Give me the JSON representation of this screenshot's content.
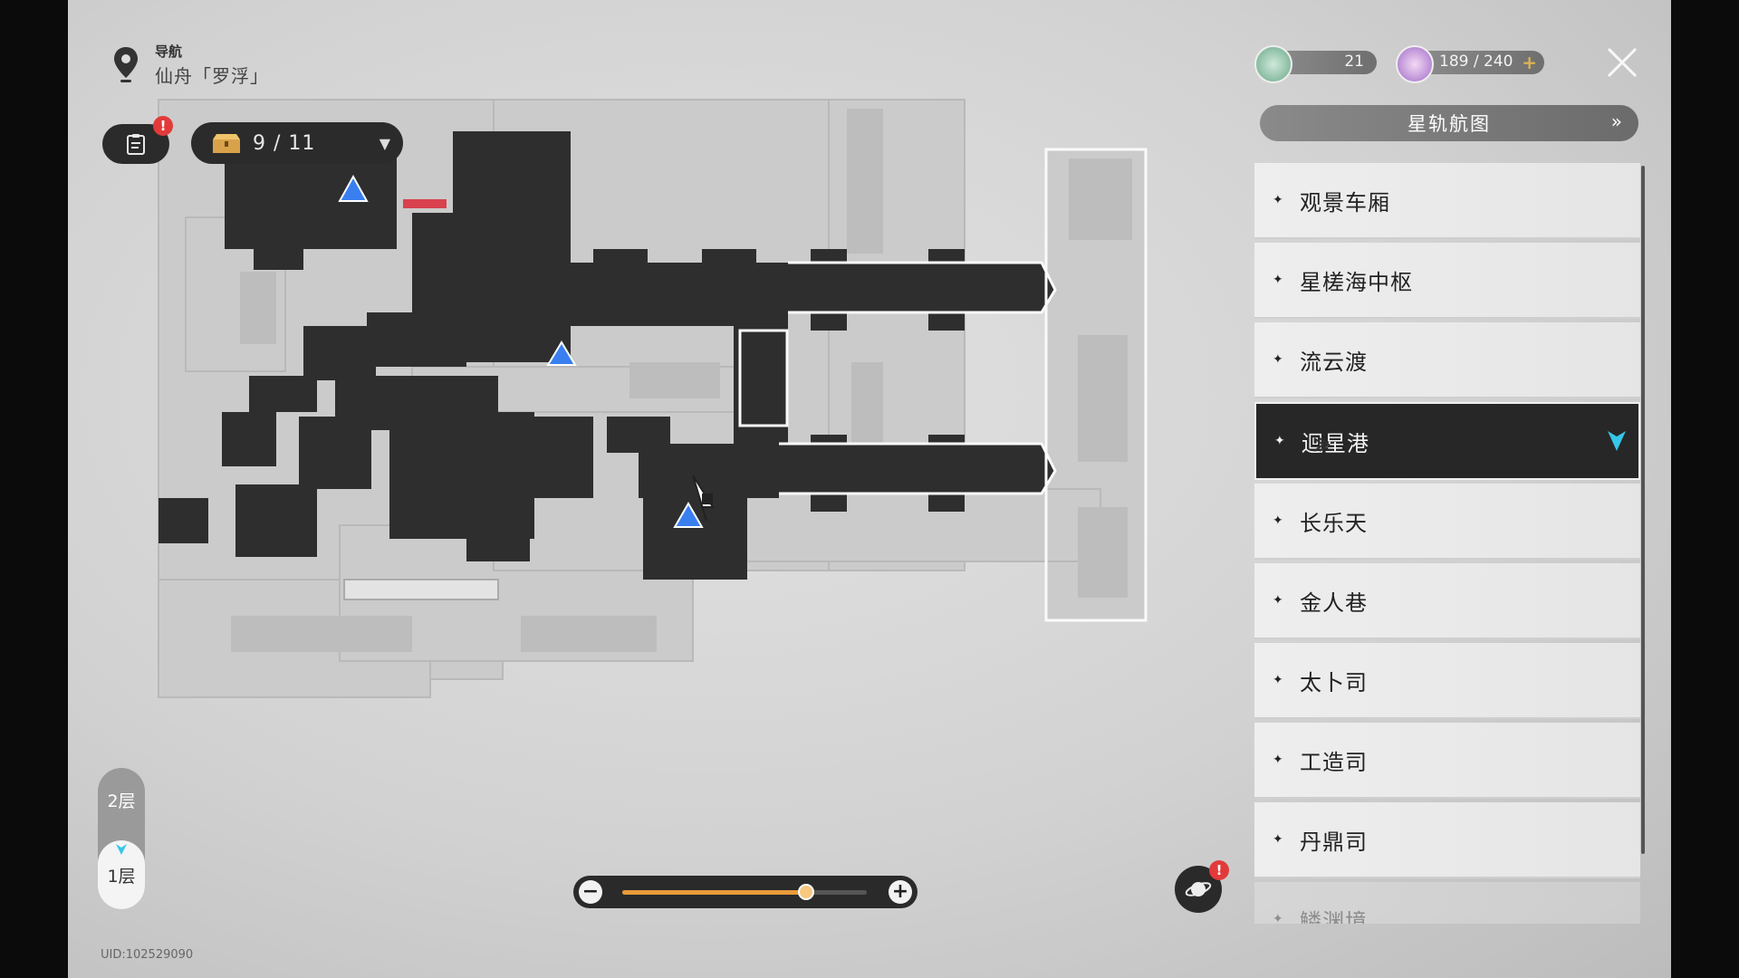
{
  "header": {
    "nav_label": "导航",
    "place": "仙舟「罗浮」",
    "pin_icon": "location-pin-icon"
  },
  "quest": {
    "badge": "!"
  },
  "treasure": {
    "count": "9 / 11",
    "caret": "▼"
  },
  "resources": {
    "fuel": {
      "value": "21"
    },
    "stamina": {
      "value": "189 / 240",
      "plus": "+"
    }
  },
  "star_map": {
    "label": "星轨航图",
    "chevron": "»"
  },
  "locations": [
    {
      "label": "观景车厢"
    },
    {
      "label": "星槎海中枢"
    },
    {
      "label": "流云渡"
    },
    {
      "label": "迴星港",
      "active": true
    },
    {
      "label": "长乐天"
    },
    {
      "label": "金人巷"
    },
    {
      "label": "太卜司"
    },
    {
      "label": "工造司"
    },
    {
      "label": "丹鼎司"
    },
    {
      "label": "鳞渊境"
    }
  ],
  "floors": [
    {
      "label": "2层"
    },
    {
      "label": "1层",
      "active": true
    }
  ],
  "zoom": {
    "minus": "−",
    "plus": "+",
    "level": 0.75
  },
  "planet": {
    "badge": "!"
  },
  "uid": "UID:102529090",
  "colors": {
    "accent_orange": "#e89b3a",
    "badge_red": "#e23a3a",
    "active_pin_cyan": "#35c6e8",
    "panel_dark": "#272727"
  }
}
